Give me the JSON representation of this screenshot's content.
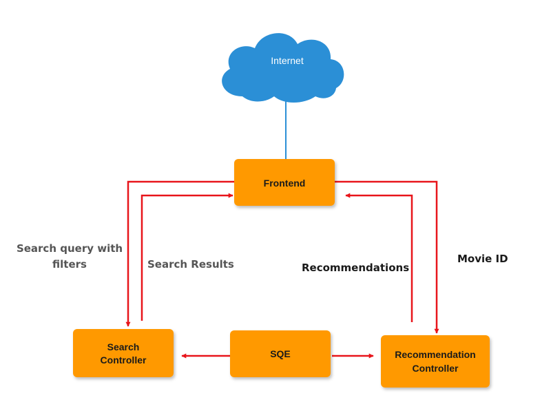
{
  "colors": {
    "node_fill": "#FF9900",
    "cloud_fill": "#2B8FD6",
    "arrow": "#E8141A",
    "connector": "#2B8FD6"
  },
  "nodes": {
    "internet": "Internet",
    "frontend": "Frontend",
    "search_controller": [
      "Search",
      "Controller"
    ],
    "sqe": "SQE",
    "recommendation_controller": [
      "Recommendation",
      "Controller"
    ]
  },
  "edge_labels": {
    "search_query": [
      "Search query with",
      "filters"
    ],
    "search_results": "Search Results",
    "recommendations": "Recommendations",
    "movie_id": "Movie ID"
  }
}
